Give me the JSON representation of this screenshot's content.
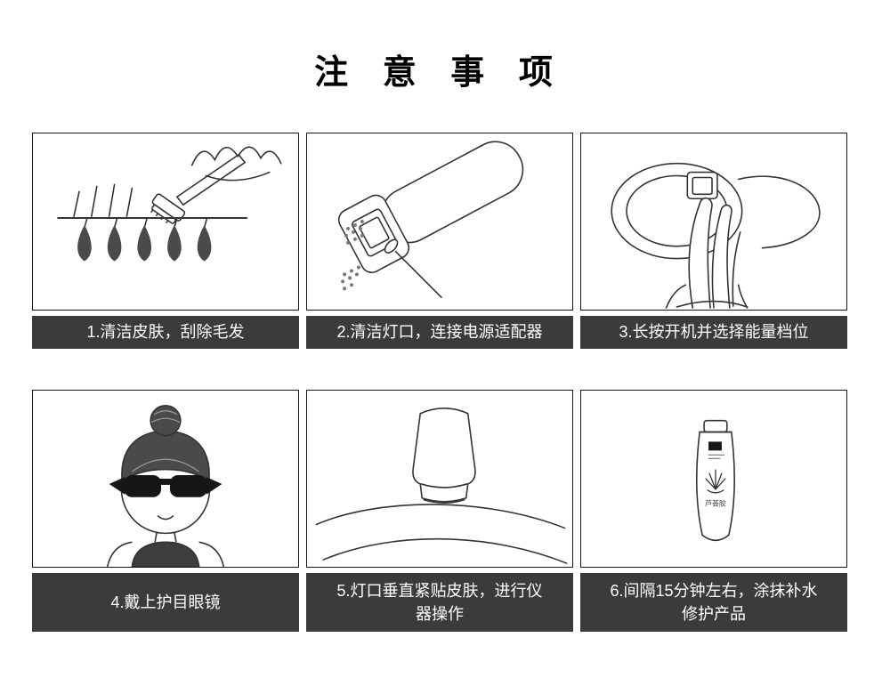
{
  "page": {
    "title": "注 意 事 项"
  },
  "colors": {
    "caption_bg": "#3b3b3b",
    "caption_text": "#ffffff",
    "line_art": "#333333",
    "hair_fill": "#4a4a4a"
  },
  "steps": [
    {
      "caption": "1.清洁皮肤，刮除毛发",
      "illustration": "razor-shaving-illustration"
    },
    {
      "caption": "2.清洁灯口，连接电源适配器",
      "illustration": "clean-lamp-adapter-illustration"
    },
    {
      "caption": "3.长按开机并选择能量档位",
      "illustration": "long-press-power-illustration"
    },
    {
      "caption": "4.戴上护目眼镜",
      "illustration": "wear-goggles-illustration"
    },
    {
      "caption": "5.灯口垂直紧贴皮肤，进行仪器操作",
      "illustration": "device-on-skin-illustration"
    },
    {
      "caption": "6.间隔15分钟左右，涂抹补水修护产品",
      "illustration": "aloe-gel-tube-illustration"
    }
  ],
  "tube_label": "芦荟胶"
}
